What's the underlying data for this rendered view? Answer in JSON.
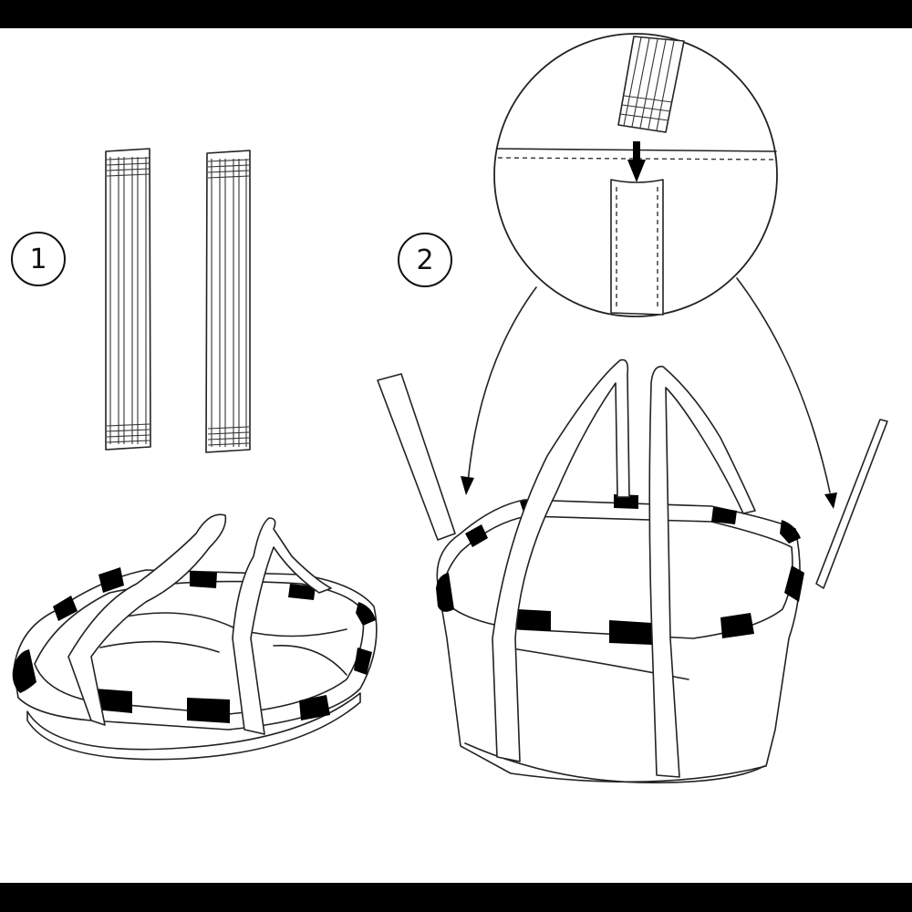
{
  "diagram": {
    "type": "assembly-instructions",
    "steps": [
      {
        "number": "1",
        "description": "two reinforcement strips shown separately next to an open flat basket bag"
      },
      {
        "number": "2",
        "description": "strips are inserted into the seam pockets of the basket; detail circle shows strip sliding into stitched pocket"
      }
    ],
    "colors": {
      "frame": "#000000",
      "background": "#ffffff",
      "line": "#222222",
      "rim_accent": "#000000"
    }
  }
}
